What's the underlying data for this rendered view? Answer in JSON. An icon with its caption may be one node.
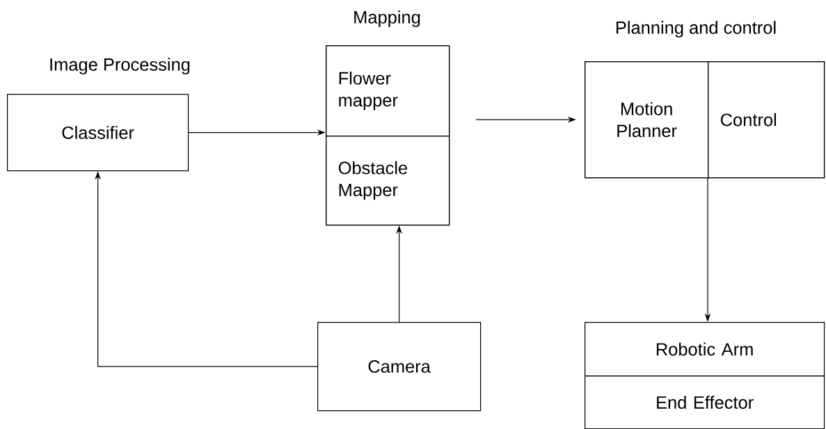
{
  "diagram": {
    "nodes": [
      {
        "text": [
          "Image Processing",
          "Classifier"
        ]
      },
      {
        "text": [
          "Mapping"
        ]
      },
      {
        "text": [
          "Flower mapper"
        ],
        "in": 1
      },
      {
        "text": [
          "Obstacle Mapper"
        ],
        "in": 1
      },
      {
        "text": [
          "Planning and control"
        ]
      },
      {
        "text": [
          "Motion Planner"
        ],
        "in": 4
      },
      {
        "text": [
          "Control"
        ],
        "in": 4
      },
      {
        "text": [
          "Camera"
        ]
      },
      {
        "text": [
          "Robotic Arm"
        ]
      },
      {
        "text": [
          "End Effector"
        ]
      }
    ],
    "edges": [
      {
        "from": 0,
        "to": 1,
        "arrow": "to"
      },
      {
        "from": 1,
        "to": 4,
        "arrow": "to"
      },
      {
        "from": 7,
        "to": 0,
        "arrow": "to"
      },
      {
        "from": 7,
        "to": 1,
        "arrow": "to"
      },
      {
        "from": 4,
        "to": 8,
        "arrow": "to"
      }
    ]
  }
}
